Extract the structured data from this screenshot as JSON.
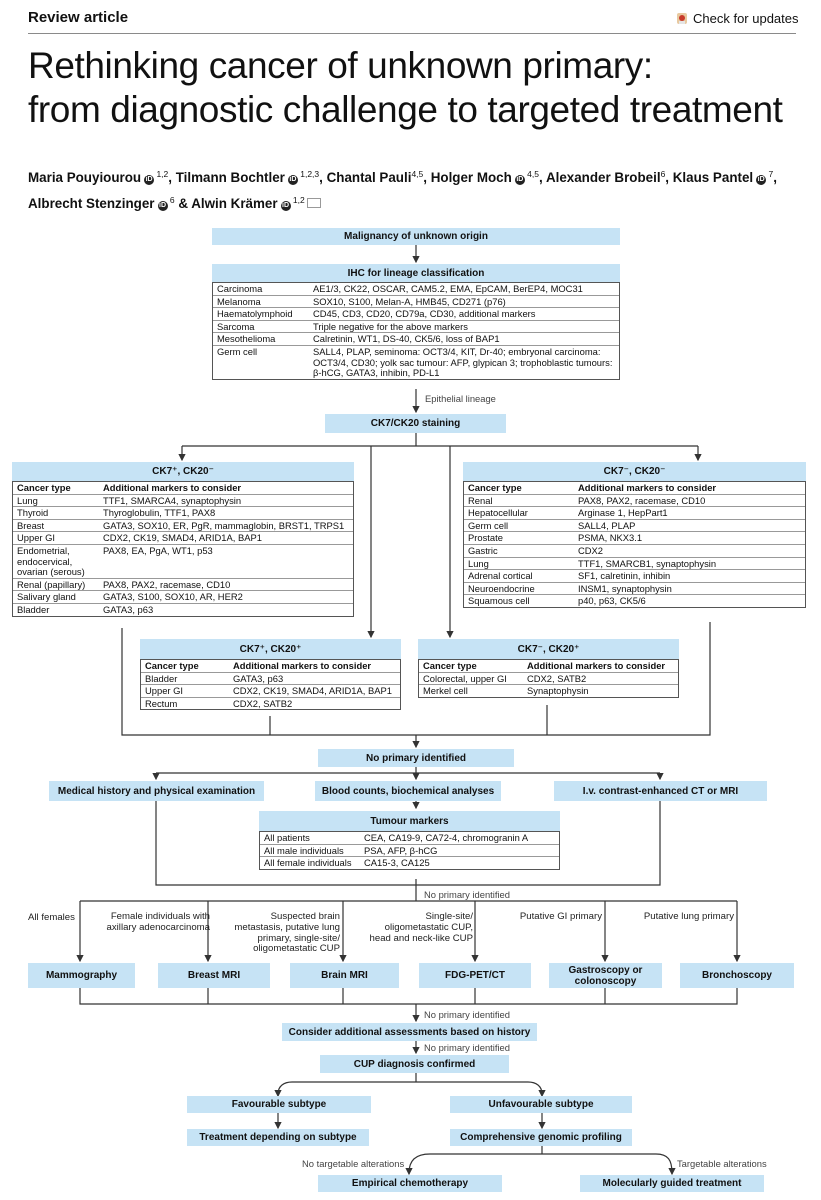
{
  "header": {
    "section": "Review article",
    "updates": "Check for updates"
  },
  "title": {
    "line1": "Rethinking cancer of unknown primary:",
    "line2": "from diagnostic challenge to targeted treatment"
  },
  "authors": [
    {
      "name": "Maria Pouyiourou",
      "aff": "1,2",
      "orcid": true
    },
    {
      "name": "Tilmann Bochtler",
      "aff": "1,2,3",
      "orcid": true
    },
    {
      "name": "Chantal Pauli",
      "aff": "4,5",
      "orcid": false
    },
    {
      "name": "Holger Moch",
      "aff": "4,5",
      "orcid": true
    },
    {
      "name": "Alexander Brobeil",
      "aff": "6",
      "orcid": false
    },
    {
      "name": "Klaus Pantel",
      "aff": "7",
      "orcid": true
    },
    {
      "name": "Albrecht Stenzinger",
      "aff": "6",
      "orcid": true
    },
    {
      "name": "Alwin Krämer",
      "aff": "1,2",
      "orcid": true
    }
  ],
  "author_separators": {
    "comma": ", ",
    "amp": " & "
  },
  "orcid_glyph": "iD",
  "flow": {
    "malignancy": "Malignancy of unknown origin",
    "ihc": {
      "title": "IHC for lineage classification",
      "rows": [
        [
          "Carcinoma",
          "AE1/3, CK22, OSCAR, CAM5.2, EMA, EpCAM, BerEP4, MOC31"
        ],
        [
          "Melanoma",
          "SOX10, S100, Melan-A, HMB45, CD271 (p76)"
        ],
        [
          "Haematolymphoid",
          "CD45, CD3, CD20, CD79a, CD30, additional markers"
        ],
        [
          "Sarcoma",
          "Triple negative for the above markers"
        ],
        [
          "Mesothelioma",
          "Calretinin, WT1, DS-40, CK5/6, loss of BAP1"
        ],
        [
          "Germ cell",
          "SALL4, PLAP, seminoma: OCT3/4, KIT, Dr-40; embryonal carcinoma: OCT3/4, CD30; yolk sac tumour: AFP, glypican 3; trophoblastic tumours: β-hCG, GATA3, inhibin, PD-L1"
        ]
      ]
    },
    "epithelial": "Epithelial lineage",
    "ck_staining": "CK7/CK20 staining",
    "col_type": "Cancer type",
    "col_markers": "Additional markers to consider",
    "ck7p20n": {
      "title": "CK7⁺, CK20⁻",
      "rows": [
        [
          "Lung",
          "TTF1, SMARCA4, synaptophysin"
        ],
        [
          "Thyroid",
          "Thyroglobulin, TTF1, PAX8"
        ],
        [
          "Breast",
          "GATA3, SOX10, ER, PgR, mammaglobin, BRST1, TRPS1"
        ],
        [
          "Upper GI",
          "CDX2, CK19, SMAD4, ARID1A, BAP1"
        ],
        [
          "Endometrial, endocervical, ovarian (serous)",
          "PAX8, EA, PgA, WT1, p53"
        ],
        [
          "Renal (papillary)",
          "PAX8, PAX2, racemase, CD10"
        ],
        [
          "Salivary gland",
          "GATA3, S100, SOX10, AR, HER2"
        ],
        [
          "Bladder",
          "GATA3, p63"
        ]
      ]
    },
    "ck7n20n": {
      "title": "CK7⁻, CK20⁻",
      "rows": [
        [
          "Renal",
          "PAX8, PAX2, racemase, CD10"
        ],
        [
          "Hepatocellular",
          "Arginase 1, HepPart1"
        ],
        [
          "Germ cell",
          "SALL4, PLAP"
        ],
        [
          "Prostate",
          "PSMA, NKX3.1"
        ],
        [
          "Gastric",
          "CDX2"
        ],
        [
          "Lung",
          "TTF1, SMARCB1, synaptophysin"
        ],
        [
          "Adrenal cortical",
          "SF1, calretinin, inhibin"
        ],
        [
          "Neuroendocrine",
          "INSM1, synaptophysin"
        ],
        [
          "Squamous cell",
          "p40, p63, CK5/6"
        ]
      ]
    },
    "ck7p20p": {
      "title": "CK7⁺, CK20⁺",
      "rows": [
        [
          "Bladder",
          "GATA3, p63"
        ],
        [
          "Upper GI",
          "CDX2, CK19, SMAD4, ARID1A, BAP1"
        ],
        [
          "Rectum",
          "CDX2, SATB2"
        ]
      ]
    },
    "ck7n20p": {
      "title": "CK7⁻, CK20⁺",
      "rows": [
        [
          "Colorectal, upper GI",
          "CDX2, SATB2"
        ],
        [
          "Merkel cell",
          "Synaptophysin"
        ]
      ]
    },
    "no_primary": "No primary identified",
    "no_primary_note": "No primary identified",
    "medical_history": "Medical history and physical examination",
    "blood_counts": "Blood counts, biochemical analyses",
    "ct_mri": "I.v. contrast-enhanced CT or MRI",
    "tumour_markers": {
      "title": "Tumour markers",
      "rows": [
        [
          "All patients",
          "CEA, CA19-9, CA72-4, chromogranin A"
        ],
        [
          "All male individuals",
          "PSA, AFP, β-hCG"
        ],
        [
          "All female individuals",
          "CA15-3, CA125"
        ]
      ]
    },
    "criteria": {
      "all_females": "All females",
      "female_axillary": "Female individuals with axillary adenocarcinoma",
      "suspected_brain": "Suspected brain metastasis, putative lung primary, single-site/ oligometastatic CUP",
      "single_site": "Single-site/ oligometastatic CUP, head and neck-like CUP",
      "putative_gi": "Putative GI primary",
      "putative_lung": "Putative lung primary"
    },
    "exams": {
      "mammography": "Mammography",
      "breast_mri": "Breast MRI",
      "brain_mri": "Brain MRI",
      "fdg": "FDG-PET/CT",
      "gastroscopy": "Gastroscopy or colonoscopy",
      "bronchoscopy": "Bronchoscopy"
    },
    "consider_additional": "Consider additional  assessments based on history",
    "cup_confirmed": "CUP diagnosis confirmed",
    "favourable": "Favourable subtype",
    "unfavourable": "Unfavourable subtype",
    "treatment_subtype": "Treatment depending on subtype",
    "genomic": "Comprehensive genomic profiling",
    "no_targetable": "No targetable alterations",
    "targetable": "Targetable alterations",
    "empirical": "Empirical chemotherapy",
    "molecular": "Molecularly guided treatment"
  }
}
